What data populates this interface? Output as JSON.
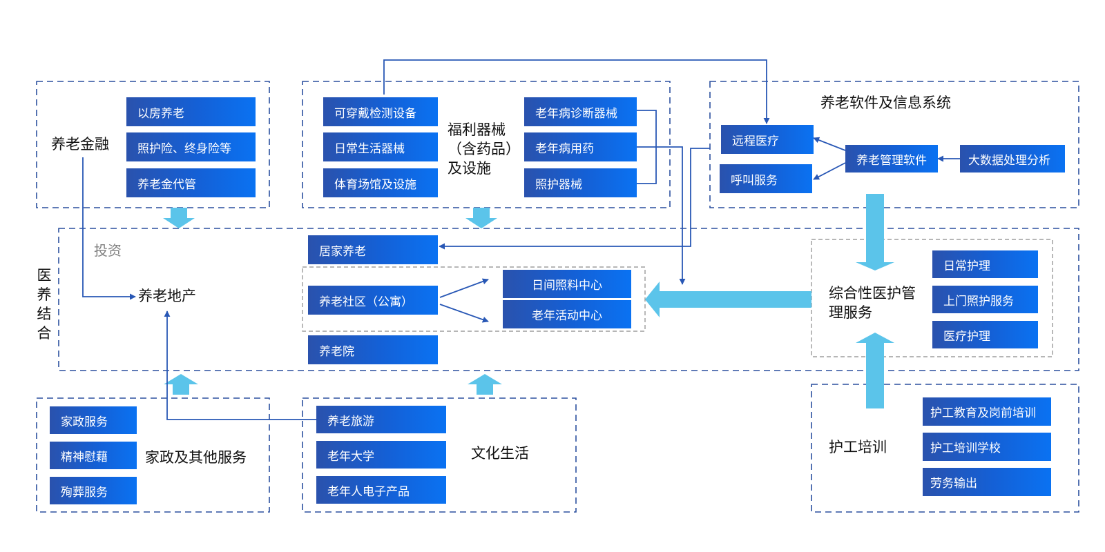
{
  "finance": {
    "title": "养老金融",
    "items": [
      "以房养老",
      "照护险、终身险等",
      "养老金代管"
    ]
  },
  "welfare": {
    "title": "福利器械（含药品）及设施",
    "left_items": [
      "可穿戴检测设备",
      "日常生活器械",
      "体育场馆及设施"
    ],
    "right_items": [
      "老年病诊断器械",
      "老年病用药",
      "照护器械"
    ]
  },
  "software": {
    "title": "养老软件及信息系统",
    "items": [
      "远程医疗",
      "呼叫服务",
      "养老管理软件",
      "大数据处理分析"
    ]
  },
  "integration": {
    "side_label": "医养结合",
    "invest_label": "投资",
    "real_estate": "养老地产",
    "home_care": "居家养老",
    "community": "养老社区（公寓）",
    "community_items": [
      "日间照料中心",
      "老年活动中心"
    ],
    "nursing_home": "养老院"
  },
  "medical": {
    "title": "综合性医护管理服务",
    "items": [
      "日常护理",
      "上门照护服务",
      "医疗护理"
    ]
  },
  "housekeeping": {
    "title": "家政及其他服务",
    "items": [
      "家政服务",
      "精神慰藉",
      "殉葬服务"
    ]
  },
  "culture": {
    "title": "文化生活",
    "items": [
      "养老旅游",
      "老年大学",
      "老年人电子产品"
    ]
  },
  "training": {
    "title": "护工培训",
    "items": [
      "护工教育及岗前培训",
      "护工培训学校",
      "劳务输出"
    ]
  },
  "colors": {
    "box_dark": "#2a52ad",
    "box_light": "#0a72f2",
    "dash_border": "#2a4f9e",
    "arrow_line": "#2857b5",
    "block_arrow": "#5bc4ea"
  }
}
